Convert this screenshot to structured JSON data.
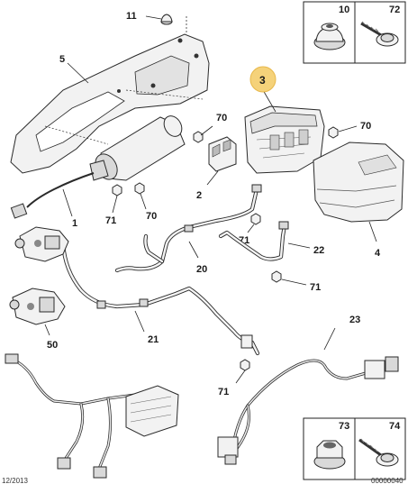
{
  "labels": {
    "l11": "11",
    "l5": "5",
    "l3": "3",
    "l70a": "70",
    "l70b": "70",
    "l70c": "70",
    "l2": "2",
    "l1": "1",
    "l71a": "71",
    "l71b": "71",
    "l71c": "71",
    "l71d": "71",
    "l4": "4",
    "l22": "22",
    "l20": "20",
    "l50": "50",
    "l21": "21",
    "l23": "23"
  },
  "boxes": {
    "top_left": "10",
    "top_right": "72",
    "bottom_left": "73",
    "bottom_right": "74"
  },
  "footer": {
    "left_ref": "12/2013",
    "right_ref": "00000040"
  },
  "colors": {
    "highlight": "#f5d27a",
    "highlight_stroke": "#e8b84a"
  }
}
